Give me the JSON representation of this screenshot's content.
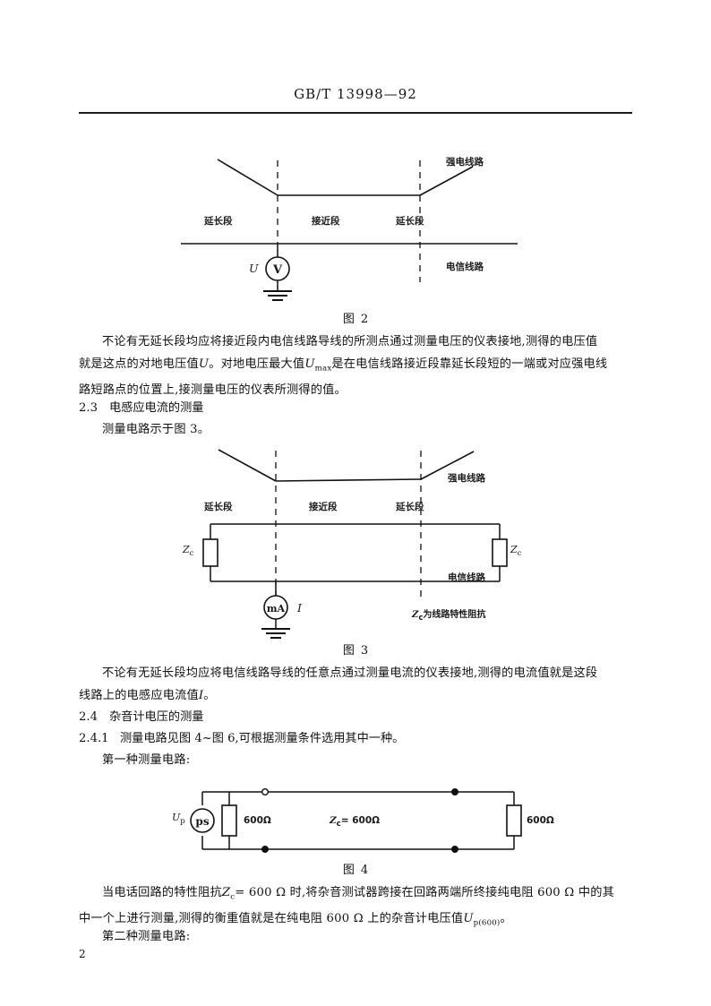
{
  "document": {
    "standard_header": "GB/T 13998—92",
    "page_number": "2"
  },
  "figures": [
    {
      "id": "figure-2",
      "caption_label": "图",
      "caption_number": "2",
      "labels": {
        "power_line": "强电线路",
        "telecom_line": "电信线路",
        "extension_left": "延长段",
        "approach": "接近段",
        "extension_right": "延长段",
        "meter_symbol": "V",
        "meter_quantity": "U"
      }
    },
    {
      "id": "figure-3",
      "caption_label": "图",
      "caption_number": "3",
      "labels": {
        "power_line": "强电线路",
        "telecom_line": "电信线路",
        "extension_left": "延长段",
        "approach": "接近段",
        "extension_right": "延长段",
        "impedance_left": "Z",
        "impedance_left_sub": "c",
        "impedance_right": "Z",
        "impedance_right_sub": "c",
        "meter_symbol": "mA",
        "meter_quantity": "I",
        "note": "Z",
        "note_sub": "c",
        "note_rest": "为线路特性阻抗"
      }
    },
    {
      "id": "figure-4",
      "caption_label": "图",
      "caption_number": "4",
      "labels": {
        "source_quantity": "U",
        "source_quantity_sub": "p",
        "source_symbol": "ps",
        "resistor_left": "600Ω",
        "line_impedance": "Z",
        "line_impedance_sub": "c",
        "line_impedance_value": "= 600Ω",
        "resistor_right": "600Ω"
      }
    }
  ],
  "body": {
    "para_1_line_1": "不论有无延长段均应将接近段内电信线路导线的所测点通过测量电压的仪表接地,测得的电压值",
    "para_1_line_2_a": "就是这点的对地电压值",
    "para_1_line_2_b": "U",
    "para_1_line_2_c": "。对地电压最大值",
    "para_1_line_2_d": "U",
    "para_1_line_2_sub": "max",
    "para_1_line_2_e": "是在电信线路接近段靠延长段短的一端或对应强电线",
    "para_1_line_3": "路短路点的位置上,接测量电压的仪表所测得的值。",
    "heading_2_3_num": "2.3",
    "heading_2_3_text": "电感应电流的测量",
    "para_2_text": "测量电路示于图 3。",
    "para_3_line_1": "不论有无延长段均应将电信线路导线的任意点通过测量电流的仪表接地,测得的电流值就是这段",
    "para_3_line_2_a": "线路上的电感应电流值",
    "para_3_line_2_b": "I",
    "para_3_line_2_c": "。",
    "heading_2_4_num": "2.4",
    "heading_2_4_text": "杂音计电压的测量",
    "heading_2_4_1_num": "2.4.1",
    "heading_2_4_1_text": "测量电路见图 4~图 6,可根据测量条件选用其中一种。",
    "para_4_text": "第一种测量电路:",
    "para_5_line_1_a": "当电话回路的特性阻抗",
    "para_5_line_1_b": "Z",
    "para_5_line_1_sub": "c",
    "para_5_line_1_c": "= 600 Ω 时,将杂音测试器跨接在回路两端所终接纯电阻 600 Ω 中的其",
    "para_5_line_2_a": "中一个上进行测量,测得的衡重值就是在纯电阻 600 Ω 上的杂音计电压值",
    "para_5_line_2_b": "U",
    "para_5_line_2_sub": "p(600)",
    "para_5_line_2_c": "。",
    "para_6_text": "第二种测量电路:"
  }
}
